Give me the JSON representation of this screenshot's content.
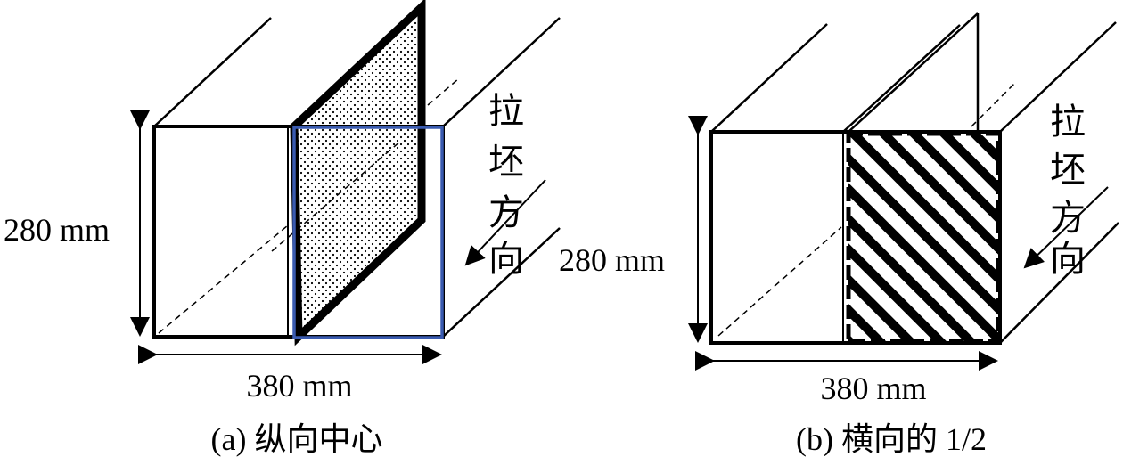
{
  "figure_a": {
    "height_label": "280 mm",
    "width_label": "380 mm",
    "caption": "(a) 纵向中心",
    "direction_chars": [
      "拉",
      "坯",
      "方",
      "向"
    ]
  },
  "figure_b": {
    "height_label": "280 mm",
    "width_label": "380 mm",
    "caption": "(b) 横向的 1/2",
    "direction_chars": [
      "拉",
      "坯",
      "方",
      "向"
    ]
  },
  "colors": {
    "outline": "#000000",
    "highlight": "#3a5bb0"
  }
}
